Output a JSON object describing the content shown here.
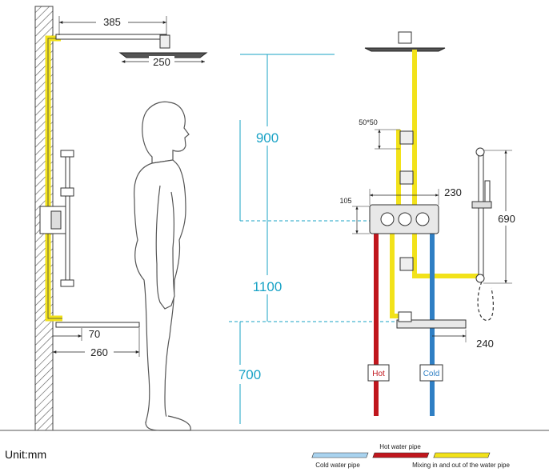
{
  "dimensions": {
    "arm_length": "385",
    "head_diameter": "250",
    "side_shelf": "70",
    "side_wall_gap": "260",
    "small_spacing": "50*50",
    "valve_height": "105",
    "valve_width": "230",
    "slide_bar_height": "690",
    "front_shelf": "240"
  },
  "heights": {
    "top": "900",
    "middle": "1100",
    "bottom": "700"
  },
  "pipe_tags": {
    "hot": "Hot",
    "cold": "Cold"
  },
  "unit_label": "Unit:mm",
  "legend": {
    "hot": "Hot water pipe",
    "cold": "Cold water pipe",
    "mixing": "Mixing in and out of the water pipe"
  },
  "colors": {
    "hot_pipe": "#c0161d",
    "cold_pipe": "#2f7fc4",
    "mixing_pipe": "#f2e21a",
    "accent_text": "#1aa3c6",
    "line": "#333333"
  }
}
